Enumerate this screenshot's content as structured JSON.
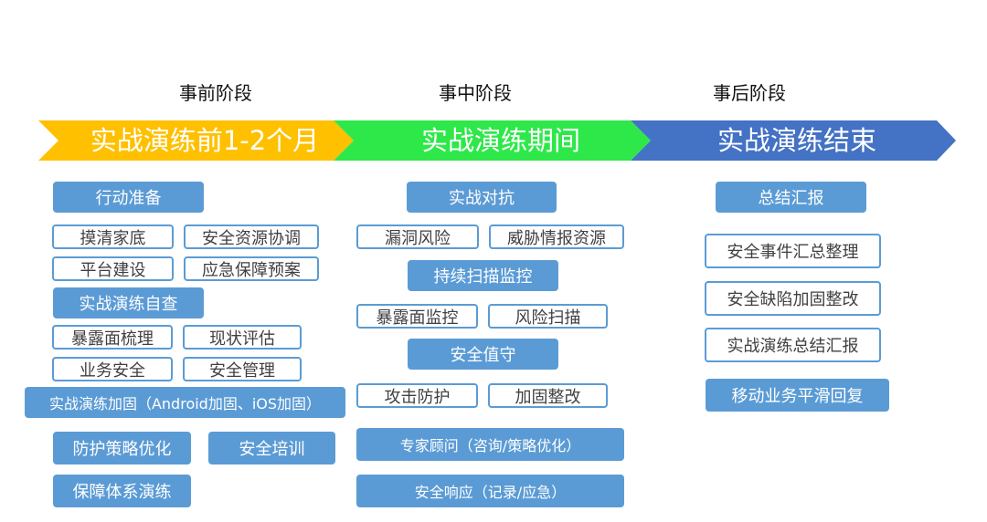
{
  "stages": {
    "before": "事前阶段",
    "during": "事中阶段",
    "after": "事后阶段"
  },
  "arrows": {
    "before": "实战演练前1-2个月",
    "during": "实战演练期间",
    "after": "实战演练结束"
  },
  "colors": {
    "before": "#ffc000",
    "during": "#2ee84a",
    "after": "#4472c4",
    "box": "#5b9bd5"
  },
  "before": {
    "prep": "行动准备",
    "b1": "摸清家底",
    "b2": "安全资源协调",
    "b3": "平台建设",
    "b4": "应急保障预案",
    "selfcheck": "实战演练自查",
    "b5": "暴露面梳理",
    "b6": "现状评估",
    "b7": "业务安全",
    "b8": "安全管理",
    "harden": "实战演练加固（Android加固、iOS加固）",
    "b9": "防护策略优化",
    "b10": "安全培训",
    "b11": "保障体系演练"
  },
  "during": {
    "combat": "实战对抗",
    "d1": "漏洞风险",
    "d2": "威胁情报资源",
    "scan": "持续扫描监控",
    "d3": "暴露面监控",
    "d4": "风险扫描",
    "duty": "安全值守",
    "d5": "攻击防护",
    "d6": "加固整改",
    "expert": "专家顾问（咨询/策略优化）",
    "response": "安全响应（记录/应急）"
  },
  "after": {
    "summary": "总结汇报",
    "a1": "安全事件汇总整理",
    "a2": "安全缺陷加固整改",
    "a3": "实战演练总结汇报",
    "a4": "移动业务平滑回复"
  }
}
